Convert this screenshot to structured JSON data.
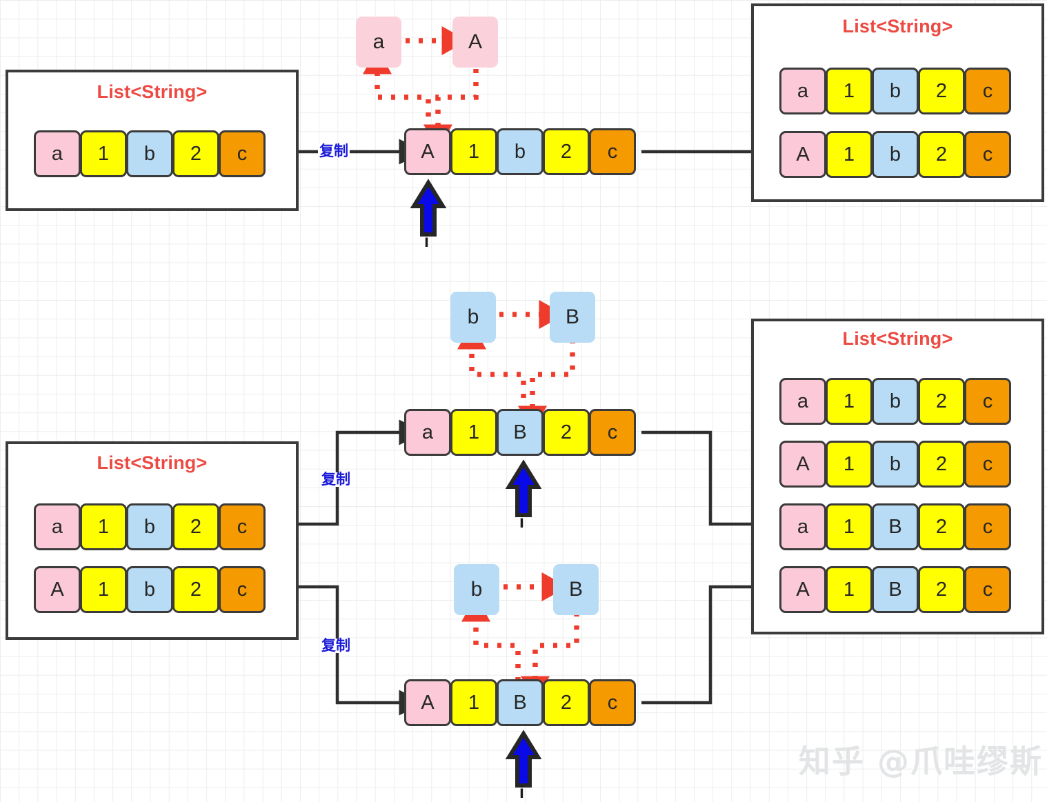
{
  "panels": [
    {
      "id": "source-top",
      "title": "List<String>",
      "rows": [
        {
          "cells": [
            {
              "v": "a",
              "c": "pink"
            },
            {
              "v": "1",
              "c": "yellow"
            },
            {
              "v": "b",
              "c": "blue"
            },
            {
              "v": "2",
              "c": "yellow"
            },
            {
              "v": "c",
              "c": "orange"
            }
          ]
        }
      ]
    },
    {
      "id": "result-top",
      "title": "List<String>",
      "rows": [
        {
          "cells": [
            {
              "v": "a",
              "c": "pink"
            },
            {
              "v": "1",
              "c": "yellow"
            },
            {
              "v": "b",
              "c": "blue"
            },
            {
              "v": "2",
              "c": "yellow"
            },
            {
              "v": "c",
              "c": "orange"
            }
          ]
        },
        {
          "cells": [
            {
              "v": "A",
              "c": "pink"
            },
            {
              "v": "1",
              "c": "yellow"
            },
            {
              "v": "b",
              "c": "blue"
            },
            {
              "v": "2",
              "c": "yellow"
            },
            {
              "v": "c",
              "c": "orange"
            }
          ]
        }
      ]
    },
    {
      "id": "source-bottom",
      "title": "List<String>",
      "rows": [
        {
          "cells": [
            {
              "v": "a",
              "c": "pink"
            },
            {
              "v": "1",
              "c": "yellow"
            },
            {
              "v": "b",
              "c": "blue"
            },
            {
              "v": "2",
              "c": "yellow"
            },
            {
              "v": "c",
              "c": "orange"
            }
          ]
        },
        {
          "cells": [
            {
              "v": "A",
              "c": "pink"
            },
            {
              "v": "1",
              "c": "yellow"
            },
            {
              "v": "b",
              "c": "blue"
            },
            {
              "v": "2",
              "c": "yellow"
            },
            {
              "v": "c",
              "c": "orange"
            }
          ]
        }
      ]
    },
    {
      "id": "result-bottom",
      "title": "List<String>",
      "rows": [
        {
          "cells": [
            {
              "v": "a",
              "c": "pink"
            },
            {
              "v": "1",
              "c": "yellow"
            },
            {
              "v": "b",
              "c": "blue"
            },
            {
              "v": "2",
              "c": "yellow"
            },
            {
              "v": "c",
              "c": "orange"
            }
          ]
        },
        {
          "cells": [
            {
              "v": "A",
              "c": "pink"
            },
            {
              "v": "1",
              "c": "yellow"
            },
            {
              "v": "b",
              "c": "blue"
            },
            {
              "v": "2",
              "c": "yellow"
            },
            {
              "v": "c",
              "c": "orange"
            }
          ]
        },
        {
          "cells": [
            {
              "v": "a",
              "c": "pink"
            },
            {
              "v": "1",
              "c": "yellow"
            },
            {
              "v": "B",
              "c": "blue"
            },
            {
              "v": "2",
              "c": "yellow"
            },
            {
              "v": "c",
              "c": "orange"
            }
          ]
        },
        {
          "cells": [
            {
              "v": "A",
              "c": "pink"
            },
            {
              "v": "1",
              "c": "yellow"
            },
            {
              "v": "B",
              "c": "blue"
            },
            {
              "v": "2",
              "c": "yellow"
            },
            {
              "v": "c",
              "c": "orange"
            }
          ]
        }
      ]
    }
  ],
  "working_rows": {
    "top": {
      "cells": [
        {
          "v": "A",
          "c": "pink"
        },
        {
          "v": "1",
          "c": "yellow"
        },
        {
          "v": "b",
          "c": "blue"
        },
        {
          "v": "2",
          "c": "yellow"
        },
        {
          "v": "c",
          "c": "orange"
        }
      ]
    },
    "mid": {
      "cells": [
        {
          "v": "a",
          "c": "pink"
        },
        {
          "v": "1",
          "c": "yellow"
        },
        {
          "v": "B",
          "c": "blue"
        },
        {
          "v": "2",
          "c": "yellow"
        },
        {
          "v": "c",
          "c": "orange"
        }
      ]
    },
    "low": {
      "cells": [
        {
          "v": "A",
          "c": "pink"
        },
        {
          "v": "1",
          "c": "yellow"
        },
        {
          "v": "B",
          "c": "blue"
        },
        {
          "v": "2",
          "c": "yellow"
        },
        {
          "v": "c",
          "c": "orange"
        }
      ]
    }
  },
  "transforms": [
    {
      "id": "t1",
      "from": "a",
      "to": "A",
      "color": "pink"
    },
    {
      "id": "t2",
      "from": "b",
      "to": "B",
      "color": "blue"
    },
    {
      "id": "t3",
      "from": "b",
      "to": "B",
      "color": "blue"
    }
  ],
  "labels": {
    "copy": "复制",
    "index": "i"
  },
  "watermark": "知乎 @爪哇缪斯",
  "colors": {
    "pink": "#fbc9d7",
    "yellow": "#ffff00",
    "blue": "#b8dcf5",
    "orange": "#f59a01",
    "border": "#3b3b3b",
    "title": "#ec4a42",
    "label": "#1a19d8",
    "dotted": "#ef3b2c",
    "cursor": "#0a0ae8"
  }
}
